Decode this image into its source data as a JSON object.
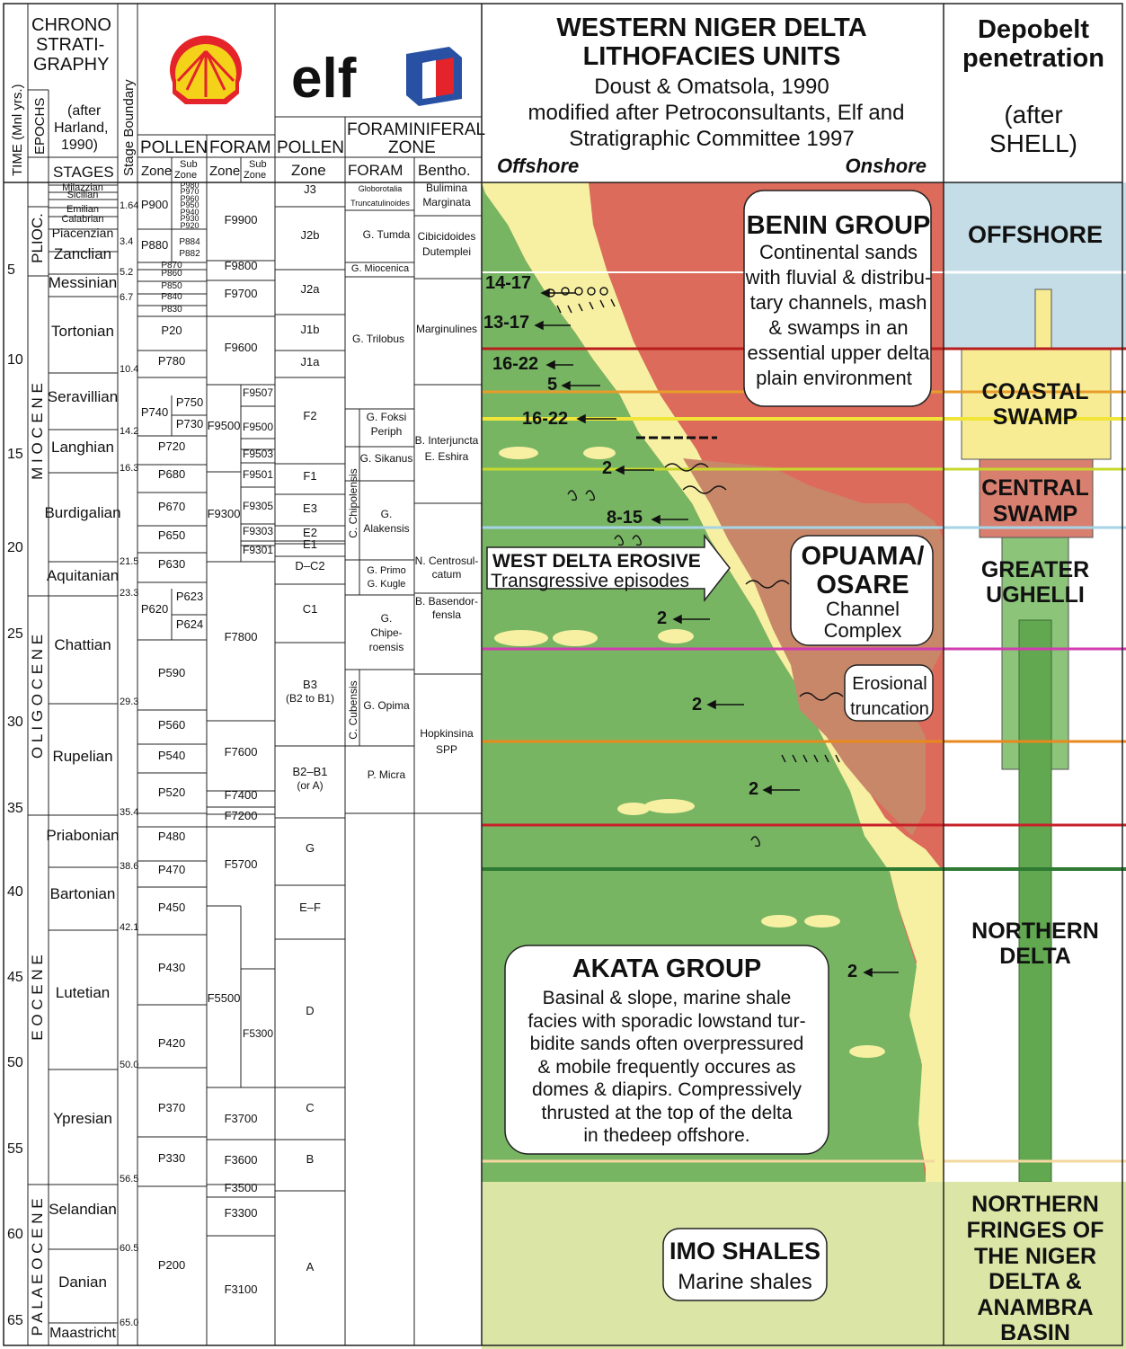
{
  "header": {
    "time_label": "TIME (Mnl yrs.)",
    "epochs_label": "EPOCHS",
    "chrono_title": "CHRONO STRATI- GRAPHY",
    "chrono_lines": [
      "CHRONO",
      "STRATI-",
      "GRAPHY"
    ],
    "after_harland": [
      "(after",
      "Harland,",
      "1990)"
    ],
    "stages_label": "STAGES",
    "stage_boundary_label": "Stage Boundary",
    "shell_pollen": "POLLEN",
    "shell_foram": "FORAM",
    "zone": "Zone",
    "sub_zone": [
      "Sub",
      "Zone"
    ],
    "elf_logo_text": "elf",
    "elf_pollen": "POLLEN",
    "foraminiferal_zone": [
      "FORAMINIFERAL",
      "ZONE"
    ],
    "foram": "FORAM",
    "bentho": "Bentho.",
    "main_title": [
      "WESTERN NIGER DELTA",
      "LITHOFACIES UNITS"
    ],
    "main_sub": [
      "Doust & Omatsola, 1990",
      "modified  after Petroconsultants, Elf and",
      "Stratigraphic Committee 1997"
    ],
    "offshore": "Offshore",
    "onshore": "Onshore",
    "depobelt_title": [
      "Depobelt",
      "penetration"
    ],
    "depobelt_sub": [
      "(after",
      "SHELL)"
    ]
  },
  "time_ticks": [
    "5",
    "10",
    "15",
    "20",
    "25",
    "30",
    "35",
    "40",
    "45",
    "50",
    "55",
    "60",
    "65"
  ],
  "epochs": [
    "PLIOC.",
    "MIOCENE",
    "OLIGOCENE",
    "EOCENE",
    "PALAEOCENE"
  ],
  "stages": [
    "Milazzian",
    "Sicilian",
    "Emilian",
    "Calabrian",
    "Piacenzian",
    "Zanclian",
    "Messinian",
    "Tortonian",
    "Seravillian",
    "Langhian",
    "Burdigalian",
    "Aquitanian",
    "Chattian",
    "Rupelian",
    "Priabonian",
    "Bartonian",
    "Lutetian",
    "Ypresian",
    "Selandian",
    "Danian",
    "Maastricht"
  ],
  "stage_boundaries": [
    "1.64",
    "3.4",
    "5.2",
    "6.7",
    "10.4",
    "14.2",
    "16.3",
    "21.5",
    "23.3",
    "29.3",
    "35.4",
    "38.6",
    "42.1",
    "50.0",
    "56.5",
    "60.5",
    "65.0"
  ],
  "shell_pollen_zones": [
    "P900",
    "P880",
    "P870",
    "P860",
    "P850",
    "P840",
    "P830",
    "P20",
    "P780",
    "P740",
    "P720",
    "P680",
    "P670",
    "P650",
    "P630",
    "P620",
    "P590",
    "P560",
    "P540",
    "P520",
    "P480",
    "P470",
    "P450",
    "P430",
    "P420",
    "P370",
    "P330",
    "P200"
  ],
  "shell_pollen_subzones": [
    "P980",
    "P970",
    "P960",
    "P950",
    "P940",
    "P930",
    "P920",
    "P884",
    "P882",
    "P750",
    "P730",
    "P623",
    "P624"
  ],
  "shell_foram_zones": [
    "F9900",
    "F9800",
    "F9700",
    "F9600",
    "F9500",
    "F9300",
    "F7800",
    "F7600",
    "F7400",
    "F7200",
    "F5700",
    "F5500",
    "F3700",
    "F3600",
    "F3500",
    "F3300",
    "F3100"
  ],
  "shell_foram_subzones": [
    "F9507",
    "F9500",
    "F9503",
    "F9501",
    "F9305",
    "F9303",
    "F9301",
    "F5300"
  ],
  "elf_pollen_zones": [
    "J3",
    "J2b",
    "J2a",
    "J1b",
    "J1a",
    "F2",
    "F1",
    "E3",
    "E2",
    "E1",
    "D–C2",
    "C1",
    "B3",
    "(B2 to B1)",
    "B2–B1",
    "(or A)",
    "G",
    "E–F",
    "D",
    "C",
    "B",
    "A"
  ],
  "elf_foram_zones": [
    "Globorotalia",
    "Truncatulinoides",
    "G. Tumda",
    "G. Miocenica",
    "G. Trilobus",
    "G. Foksi",
    "Periph",
    "G. Sikanus",
    "G.",
    "Alakensis",
    "G. Primo",
    "G. Kugle",
    "G.",
    "Chipe-",
    "roensis",
    "G. Opima",
    "P. Micra"
  ],
  "elf_foram_groups": [
    "C. Chipolensis",
    "C. Cubensis"
  ],
  "bentho_zones": [
    "Bulimina",
    "Marginata",
    "Cibicidoides",
    "Dutemplei",
    "Marginulines",
    "B. Interjuncta",
    "E. Eshira",
    "N. Centrosul-",
    "catum",
    "B. Basendor-",
    "fensla",
    "Hopkinsina",
    "SPP"
  ],
  "units": {
    "benin": {
      "title": "BENIN GROUP",
      "lines": [
        "Continental sands",
        "with fluvial & distribu-",
        "tary channels, mash",
        "& swamps in an",
        "essential upper delta",
        "plain environment"
      ]
    },
    "akata": {
      "title": "AKATA GROUP",
      "lines": [
        "Basinal & slope, marine shale",
        "facies with sporadic lowstand tur-",
        "bidite sands often overpressured",
        "& mobile frequently occures as",
        "domes & diapirs. Compressively",
        "thrusted at the top  of the delta",
        "in thedeep offshore."
      ]
    },
    "opuama": {
      "title": [
        "OPUAMA/",
        "OSARE"
      ],
      "lines": [
        "Channel",
        "Complex"
      ]
    },
    "erosional": [
      "Erosional",
      "truncation"
    ],
    "west_delta": [
      "WEST DELTA EROSIVE",
      "Transgressive episodes"
    ],
    "imo": {
      "title": "IMO SHALES",
      "sub": "Marine shales"
    }
  },
  "episode_labels": [
    "14-17",
    "13-17",
    "16-22",
    "5",
    "16-22",
    "2",
    "8-15",
    "2",
    "2",
    "2",
    "2"
  ],
  "depobelts": [
    "OFFSHORE",
    "COASTAL",
    "SWAMP",
    "CENTRAL",
    "SWAMP",
    "GREATER",
    "UGHELLI",
    "NORTHERN",
    "DELTA",
    "NORTHERN",
    "FRINGES OF",
    "THE NIGER",
    "DELTA &",
    "ANAMBRA",
    "BASIN"
  ],
  "colors": {
    "marine_green": "#77b563",
    "sand_yellow": "#f7f0a2",
    "continental_red": "#dc6b5b",
    "brown": "#c9876a",
    "light_green": "#dbe6a6",
    "offshore_blue": "#c5dde6",
    "coastal_yellow": "#f7ec93",
    "central_pink": "#d87f70",
    "ughelli_green": "#8cc47a",
    "northern_green": "#61a850"
  }
}
